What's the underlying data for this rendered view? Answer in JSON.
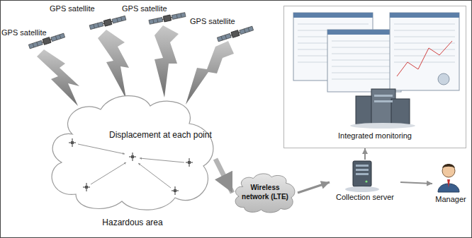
{
  "diagram": {
    "nodes": [
      {
        "text": [
          "Displacement at each point",
          "Hazardous area"
        ]
      },
      {
        "text": [
          "Wireless network (LTE)"
        ]
      },
      {
        "text": [
          "Collection server"
        ]
      },
      {
        "text": [
          "Integrated monitoring"
        ]
      },
      {
        "text": [
          "Manager"
        ]
      }
    ],
    "edges": [
      {
        "from": 0,
        "to": 1,
        "arrow": "to"
      },
      {
        "from": 1,
        "to": 2,
        "arrow": "to"
      },
      {
        "from": 2,
        "to": 3,
        "arrow": "to"
      },
      {
        "from": 2,
        "to": 4,
        "arrow": "to"
      }
    ],
    "labels": [
      "GPS satellite",
      "GPS satellite",
      "GPS satellite",
      "GPS satellite"
    ]
  }
}
